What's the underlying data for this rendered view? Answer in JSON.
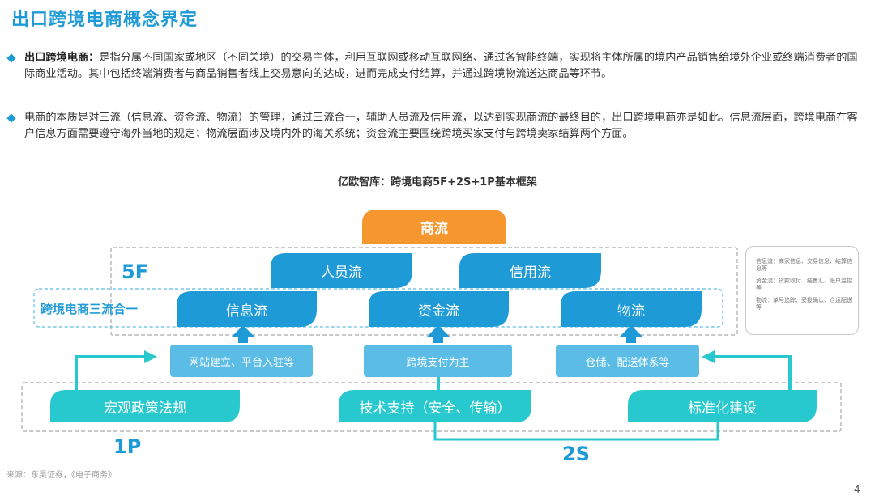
{
  "page": {
    "title": "出口跨境电商概念界定",
    "page_number": "4",
    "source": "来源：东吴证券，《电子商务》"
  },
  "bullets": [
    {
      "term": "出口跨境电商：",
      "text": "是指分属不同国家或地区（不同关境）的交易主体，利用互联网或移动互联网络、通过各智能终端，实现将主体所属的境内产品销售给境外企业或终端消费者的国际商业活动。其中包括终端消费者与商品销售者线上交易意向的达成，进而完成支付结算，并通过跨境物流送达商品等环节。"
    },
    {
      "term": "",
      "text": "电商的本质是对三流（信息流、资金流、物流）的管理，通过三流合一，辅助人员流及信用流，以达到实现商流的最终目的，出口跨境电商亦是如此。信息流层面，跨境电商在客户信息方面需要遵守海外当地的规定；物流层面涉及境内外的海关系统；资金流主要围绕跨境买家支付与跨境卖家结算两个方面。"
    }
  ],
  "diagram": {
    "title": "亿欧智库：跨境电商5F+2S+1P基本框架",
    "top": "商流",
    "tier2": [
      "人员流",
      "信用流"
    ],
    "tier3": [
      "信息流",
      "资金流",
      "物流"
    ],
    "tier4": [
      "网站建立、平台入驻等",
      "跨境支付为主",
      "仓储、配送体系等"
    ],
    "base": [
      "宏观政策法规",
      "技术支持（安全、传输）",
      "标准化建设"
    ],
    "label_5f": "5F",
    "label_three_flows": "跨境电商三流合一",
    "label_1p": "1P",
    "label_2s": "2S",
    "legend": [
      "信息流：商家信息、交易信息、结算信息等",
      "资金流：货款收付、结售汇、账户监控等",
      "物流：单号追踪、妥投确认、仓运配送等"
    ],
    "colors": {
      "orange": "#f5962e",
      "blue": "#1e9ad6",
      "light_blue": "#5bbde6",
      "teal": "#27c9cf"
    }
  }
}
